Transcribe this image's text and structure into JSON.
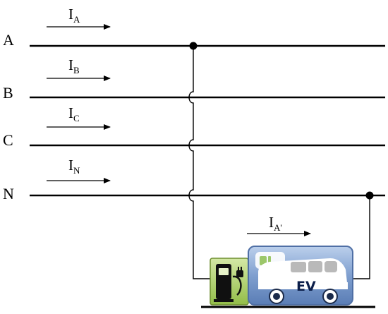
{
  "lines": [
    {
      "label": "A",
      "current_main": "I",
      "current_sub": "A"
    },
    {
      "label": "B",
      "current_main": "I",
      "current_sub": "B"
    },
    {
      "label": "C",
      "current_main": "I",
      "current_sub": "C"
    },
    {
      "label": "N",
      "current_main": "I",
      "current_sub": "N"
    }
  ],
  "load_current": {
    "main": "I",
    "sub": "A'"
  },
  "ev_label": "EV",
  "colors": {
    "wire": "#000000",
    "charger_fill": "#a8cc5e",
    "charger_stroke": "#6f8f30",
    "ev_body": "#7f9fcf",
    "ev_body_stroke": "#4f6fa5",
    "ev_window": "#9cc76a",
    "ev_text": "#0b1e4a"
  },
  "icons": [
    "fuel-pump-icon",
    "plug-icon",
    "ev-van-icon"
  ]
}
